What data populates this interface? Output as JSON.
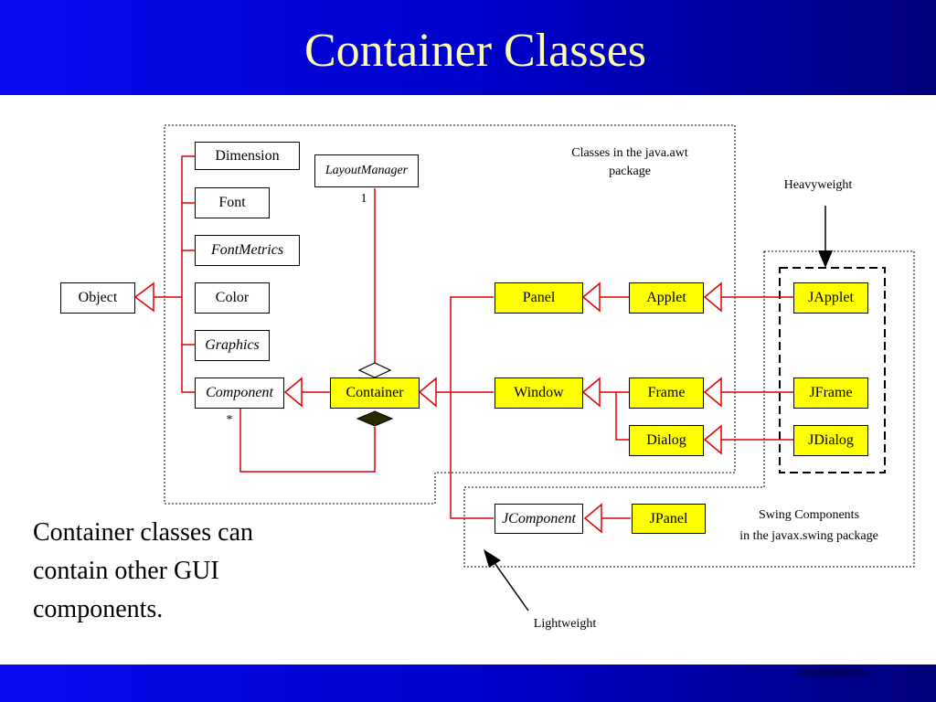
{
  "slide": {
    "title": "Container Classes",
    "caption_lines": [
      "Container classes can",
      "contain other GUI",
      "components."
    ]
  },
  "colors": {
    "title_bar": "#0000c8",
    "title_text": "#ffffb4",
    "relation_line": "#e00000",
    "highlight_box": "#ffff00"
  },
  "diagram": {
    "nodes": {
      "object": "Object",
      "dimension": "Dimension",
      "font": "Font",
      "fontmetrics": "FontMetrics",
      "color": "Color",
      "graphics": "Graphics",
      "component": "Component",
      "container": "Container",
      "layoutmanager": "LayoutManager",
      "panel": "Panel",
      "applet": "Applet",
      "window": "Window",
      "frame": "Frame",
      "dialog": "Dialog",
      "japplet": "JApplet",
      "jframe": "JFrame",
      "jdialog": "JDialog",
      "jcomponent": "JComponent",
      "jpanel": "JPanel"
    },
    "multiplicity": {
      "layoutmanager": "1",
      "component": "*"
    },
    "labels": {
      "awt_line1": "Classes in the java.awt",
      "awt_line2": "package",
      "heavyweight": "Heavyweight",
      "swing_line1": "Swing Components",
      "swing_line2": "in the javax.swing package",
      "lightweight": "Lightweight"
    }
  }
}
